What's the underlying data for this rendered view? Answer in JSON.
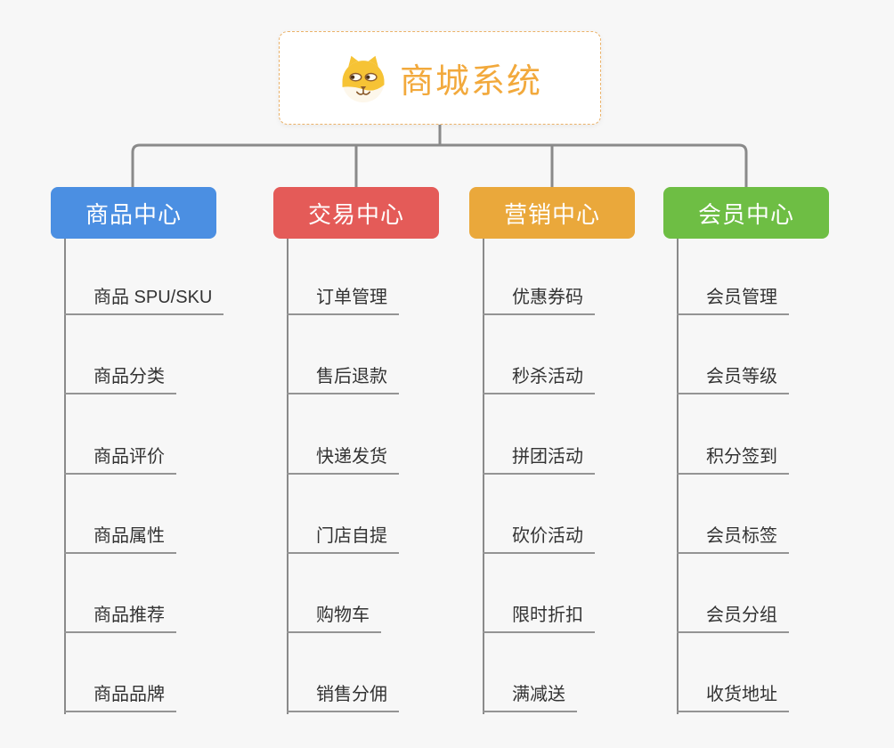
{
  "page": {
    "background_color": "#F7F7F7",
    "connector_color": "#8A8A8A"
  },
  "root": {
    "title": "商城系统",
    "icon": "dog-face-icon",
    "text_color": "#F2A93C",
    "border_color": "#EBB269",
    "background_color": "#FFFFFF"
  },
  "branches": [
    {
      "label": "商品中心",
      "color": "#4B8FE2",
      "children": [
        "商品 SPU/SKU",
        "商品分类",
        "商品评价",
        "商品属性",
        "商品推荐",
        "商品品牌"
      ]
    },
    {
      "label": "交易中心",
      "color": "#E45B58",
      "children": [
        "订单管理",
        "售后退款",
        "快递发货",
        "门店自提",
        "购物车",
        "销售分佣"
      ]
    },
    {
      "label": "营销中心",
      "color": "#EAA83B",
      "children": [
        "优惠券码",
        "秒杀活动",
        "拼团活动",
        "砍价活动",
        "限时折扣",
        "满减送"
      ]
    },
    {
      "label": "会员中心",
      "color": "#6EBE44",
      "children": [
        "会员管理",
        "会员等级",
        "积分签到",
        "会员标签",
        "会员分组",
        "收货地址"
      ]
    }
  ]
}
